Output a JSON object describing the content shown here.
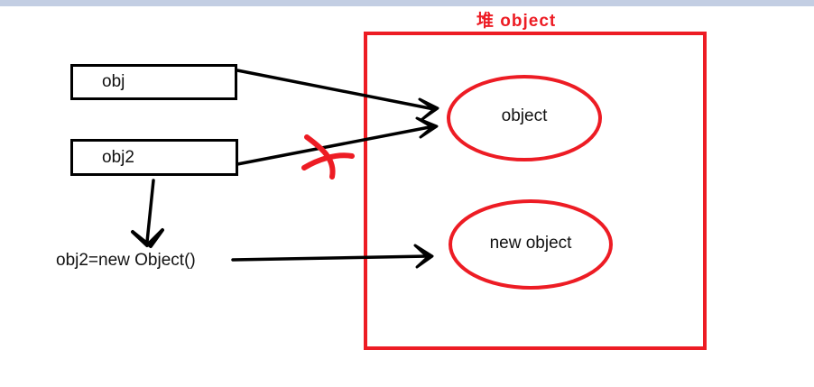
{
  "diagram": {
    "title": "堆 object",
    "title_color": "#ed1c24",
    "heap_border_color": "#ed1c24",
    "stroke_color": "#000000",
    "cross_mark_color": "#ed1c24",
    "variables": [
      {
        "name": "obj",
        "label": "obj"
      },
      {
        "name": "obj2",
        "label": "obj2"
      }
    ],
    "assignment": {
      "label": "obj2=new Object()"
    },
    "heap_objects": [
      {
        "name": "object",
        "label": "object"
      },
      {
        "name": "new-object",
        "label": "new object"
      }
    ],
    "connectors": [
      {
        "name": "obj-to-object",
        "from": "obj",
        "to": "object",
        "crossed_out": false
      },
      {
        "name": "obj2-to-object",
        "from": "obj2",
        "to": "object",
        "crossed_out": true
      },
      {
        "name": "obj2-to-assignment",
        "from": "obj2",
        "to": "obj2=new Object()",
        "crossed_out": false
      },
      {
        "name": "assignment-to-new-object",
        "from": "obj2=new Object()",
        "to": "new object",
        "crossed_out": false
      }
    ]
  }
}
